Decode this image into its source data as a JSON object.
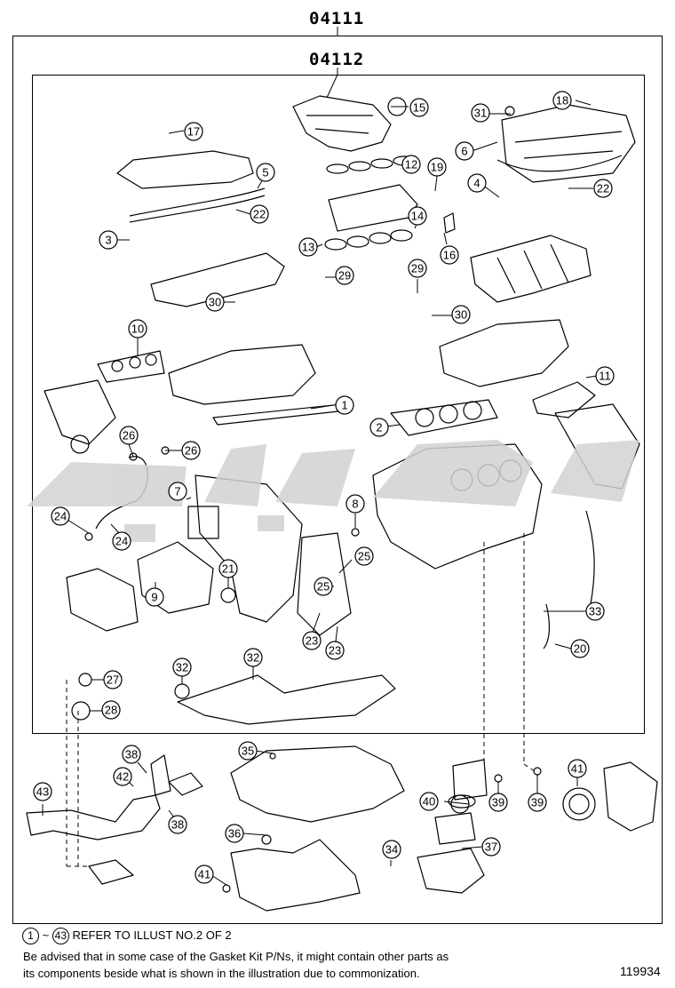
{
  "headers": {
    "outer": "04111",
    "inner": "04112"
  },
  "callouts": [
    "1",
    "2",
    "3",
    "4",
    "5",
    "6",
    "7",
    "8",
    "9",
    "10",
    "11",
    "12",
    "13",
    "14",
    "15",
    "16",
    "17",
    "18",
    "19",
    "20",
    "21",
    "22",
    "22",
    "23",
    "23",
    "24",
    "24",
    "25",
    "25",
    "26",
    "26",
    "27",
    "28",
    "29",
    "29",
    "30",
    "30",
    "31",
    "32",
    "32",
    "33",
    "34",
    "35",
    "36",
    "37",
    "38",
    "38",
    "39",
    "39",
    "40",
    "41",
    "41",
    "42",
    "43"
  ],
  "footer": {
    "range_start": "1",
    "tilde": "~",
    "range_end": "43",
    "refer_text": "REFER TO ILLUST NO.2 OF 2",
    "note_line1": "Be advised that in some case of the Gasket Kit P/Ns,  it might contain other parts as",
    "note_line2": "its components beside what is shown in the illustration due to commonization.",
    "illus_id": "119934"
  },
  "watermark": {
    "color": "#d2d2d2"
  }
}
